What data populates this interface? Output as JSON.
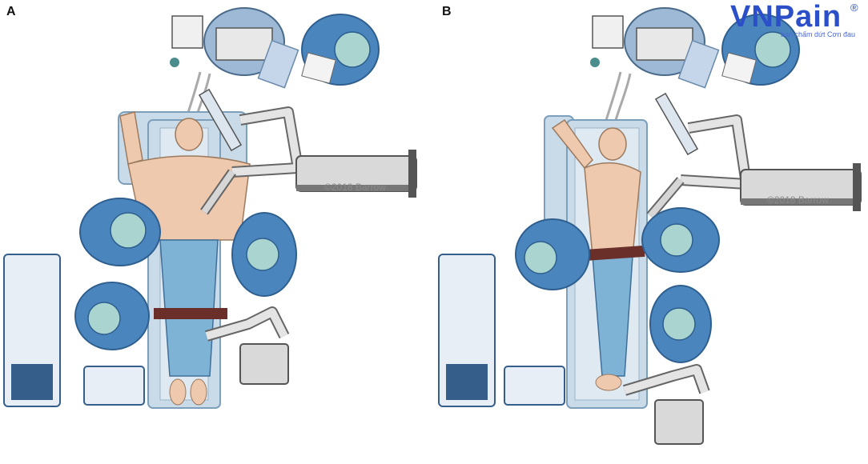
{
  "panels": [
    {
      "label": "A",
      "copyright": "©2018 Barrow"
    },
    {
      "label": "B",
      "copyright": "©2018 Barrow"
    }
  ],
  "watermark": {
    "logo": "VNPain",
    "registered": "®",
    "tagline": "ban chấm dứt Cơn đau"
  },
  "colors": {
    "drape": "#c9dbe8",
    "gown": "#4a86bd",
    "gown_dark": "#2f5f8f",
    "skin": "#efc9ad",
    "robot_gray": "#d9d9d9",
    "tray_blue": "#355f8a",
    "belt": "#6b2f2a"
  }
}
